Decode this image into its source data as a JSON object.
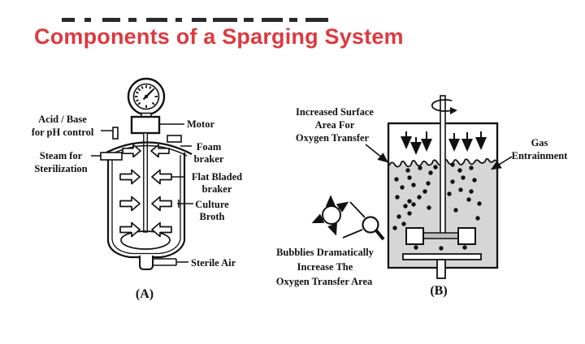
{
  "title": "Components of a Sparging System",
  "colors": {
    "title_red": "#DC3A40",
    "ink": "#111111",
    "liquid_gray": "#D6D6D6"
  },
  "diagram_a": {
    "caption": "(A)",
    "labels": {
      "acid_base_line1": "Acid / Base",
      "acid_base_line2": "for pH control",
      "motor": "Motor",
      "steam_line1": "Steam for",
      "steam_line2": "Sterilization",
      "foam_line1": "Foam",
      "foam_line2": "braker",
      "flat_line1": "Flat Bladed",
      "flat_line2": "braker",
      "culture_line1": "Culture",
      "culture_line2": "Broth",
      "sterile_air": "Sterile Air"
    }
  },
  "diagram_b": {
    "caption": "(B)",
    "labels": {
      "surface_line1": "Increased Surface",
      "surface_line2": "Area For",
      "surface_line3": "Oxygen Transfer",
      "gas_line1": "Gas",
      "gas_line2": "Entrainment",
      "bubbles_line1": "Bubblies Dramatically",
      "bubbles_line2": "Increase The",
      "bubbles_line3": "Oxygen Transfer Area"
    }
  }
}
